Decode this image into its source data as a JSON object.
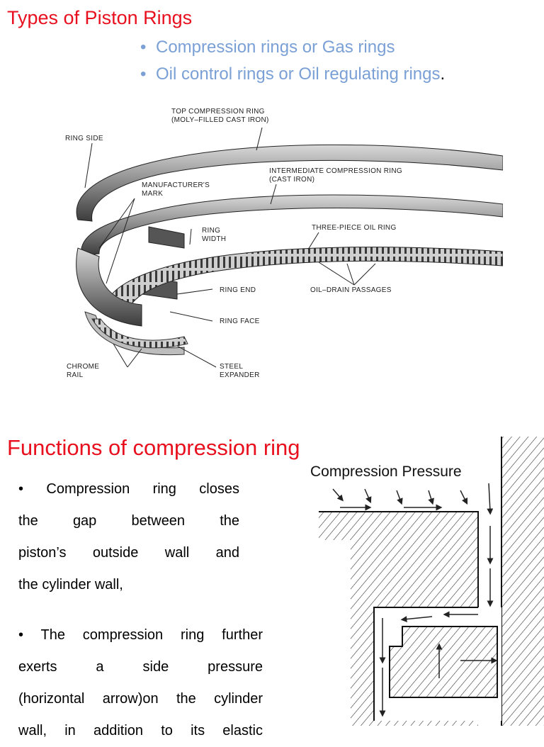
{
  "slide1": {
    "title": "Types of Piston Rings",
    "bullets": [
      {
        "text": "Compression rings or Gas rings",
        "suffix": ""
      },
      {
        "text": "Oil control rings or Oil regulating rings",
        "suffix": "."
      }
    ]
  },
  "figure1": {
    "labels": {
      "top_ring_1": "TOP COMPRESSION RING",
      "top_ring_2": "(MOLY–FILLED CAST IRON)",
      "ring_side": "RING SIDE",
      "intermediate_1": "INTERMEDIATE COMPRESSION RING",
      "intermediate_2": "(CAST IRON)",
      "mark_1": "MANUFACTURER'S",
      "mark_2": "MARK",
      "width_1": "RING",
      "width_2": "WIDTH",
      "oil_ring": "THREE-PIECE OIL RING",
      "ring_end": "RING END",
      "oil_drain": "OIL–DRAIN PASSAGES",
      "ring_face": "RING FACE",
      "chrome_1": "CHROME",
      "chrome_2": "RAIL",
      "steel_1": "STEEL",
      "steel_2": "EXPANDER"
    }
  },
  "slide2": {
    "title": "Functions of compression ring",
    "paragraph1_lines": [
      "• Compression ring closes",
      "the gap between the",
      "piston’s outside  wall and",
      "the cylinder wall,"
    ],
    "paragraph2_lines": [
      "• The compression ring further",
      "exerts  a  side  pressure",
      "(horizontal arrow)on the cylinder",
      "wall, in addition to its elastic"
    ]
  },
  "figure2": {
    "label": "Compression Pressure"
  },
  "colors": {
    "title": "#e8101e",
    "bullet_text": "#7aa0d6"
  }
}
